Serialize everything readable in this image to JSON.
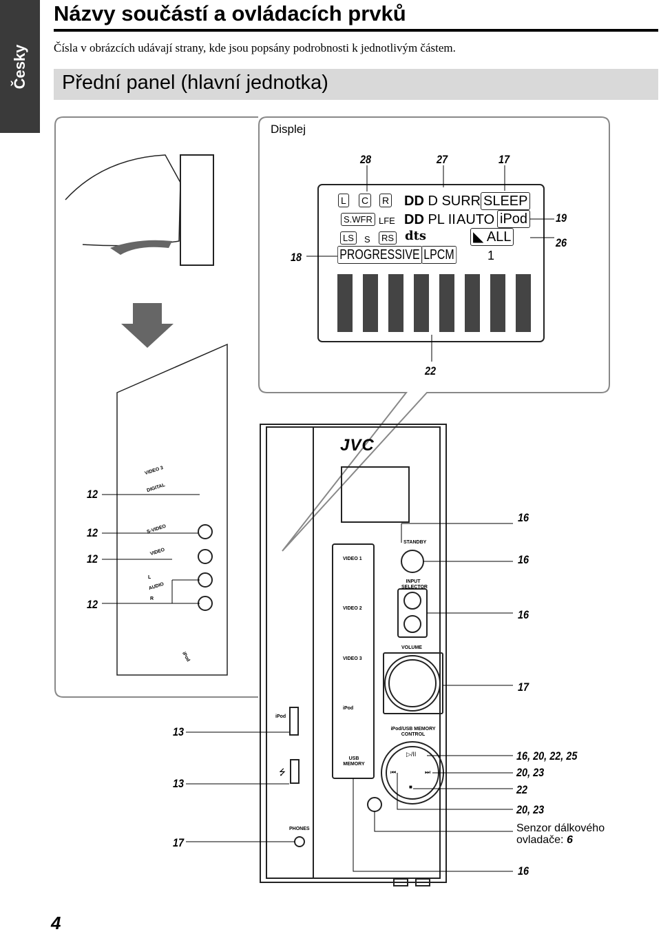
{
  "language_tab": "Česky",
  "title": "Názvy součástí a ovládacích prvků",
  "subtitle": "Čísla v obrázcích udávají strany, kde jsou popsány podrobnosti k jednotlivým částem.",
  "section_title": "Přední panel (hlavní jednotka)",
  "display": {
    "label": "Displej",
    "indicators": {
      "l": "L",
      "c": "C",
      "r": "R",
      "swfr": "S.WFR",
      "lfe": "LFE",
      "ls": "LS",
      "s": "S",
      "rs": "RS",
      "progressive": "PROGRESSIVE",
      "dd_surr": "D SURR",
      "pl2": "PL II",
      "auto": "AUTO",
      "dts": "dts",
      "lpcm": "LPCM",
      "sleep": "SLEEP",
      "ipod": "iPod",
      "all": "ALL",
      "one": "1"
    },
    "callouts": {
      "c28": "28",
      "c27": "27",
      "c17": "17",
      "c19": "19",
      "c26": "26",
      "c18": "18",
      "c22": "22"
    }
  },
  "side_panel": {
    "labels": {
      "video3": "VIDEO 3",
      "digital": "DIGITAL",
      "svideo": "S-VIDEO",
      "video": "VIDEO",
      "audio": "AUDIO",
      "l": "L",
      "r": "R",
      "ipod": "iPod"
    },
    "callouts": [
      "12",
      "12",
      "12",
      "12"
    ]
  },
  "front_panel": {
    "brand": "JVC",
    "labels": {
      "standby": "STANDBY",
      "video1": "VIDEO 1",
      "video2": "VIDEO 2",
      "video3": "VIDEO 3",
      "ipod": "iPod",
      "usb_memory": "USB MEMORY",
      "input_selector": "INPUT SELECTOR",
      "volume": "VOLUME",
      "ipod_usb_control": "iPod/USB MEMORY CONTROL",
      "phones": "PHONES",
      "ipod_port": "iPod"
    },
    "callouts_left": [
      "13",
      "13",
      "17"
    ],
    "callouts_right": [
      "16",
      "16",
      "16",
      "17",
      "16, 20, 22, 25",
      "20, 23",
      "22",
      "20, 23",
      "16"
    ],
    "sensor_label_line1": "Senzor dálkového",
    "sensor_label_line2": "ovladače: ",
    "sensor_page": "6"
  },
  "page_number": "4"
}
